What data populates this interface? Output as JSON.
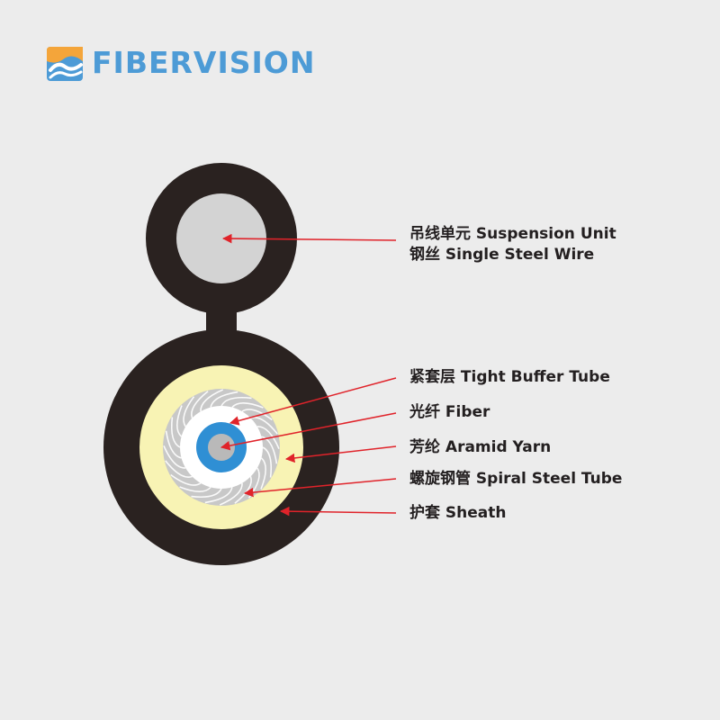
{
  "brand": {
    "name": "FIBERVISION",
    "colors": {
      "primary": "#4d9bd6",
      "accent": "#f4a53a"
    }
  },
  "labels": [
    {
      "id": "suspension-unit",
      "text": "吊线单元 Suspension Unit"
    },
    {
      "id": "steel-wire",
      "text": "钢丝 Single Steel Wire"
    },
    {
      "id": "tight-buffer",
      "text": "紧套层 Tight Buffer Tube"
    },
    {
      "id": "fiber",
      "text": "光纤 Fiber"
    },
    {
      "id": "aramid-yarn",
      "text": "芳纶 Aramid Yarn"
    },
    {
      "id": "spiral-steel-tube",
      "text": "螺旋钢管 Spiral Steel Tube"
    },
    {
      "id": "sheath",
      "text": "护套 Sheath"
    }
  ],
  "colors": {
    "sheath": "#2a2220",
    "steel_wire": "#d3d3d3",
    "aramid_yarn": "#f8f3b4",
    "spiral_tube": "#c8c8c8",
    "tight_buffer": "#ffffff",
    "fiber_ring": "#2f8fd4",
    "fiber_core": "#b9b9b9",
    "pointer": "#e0232a"
  }
}
